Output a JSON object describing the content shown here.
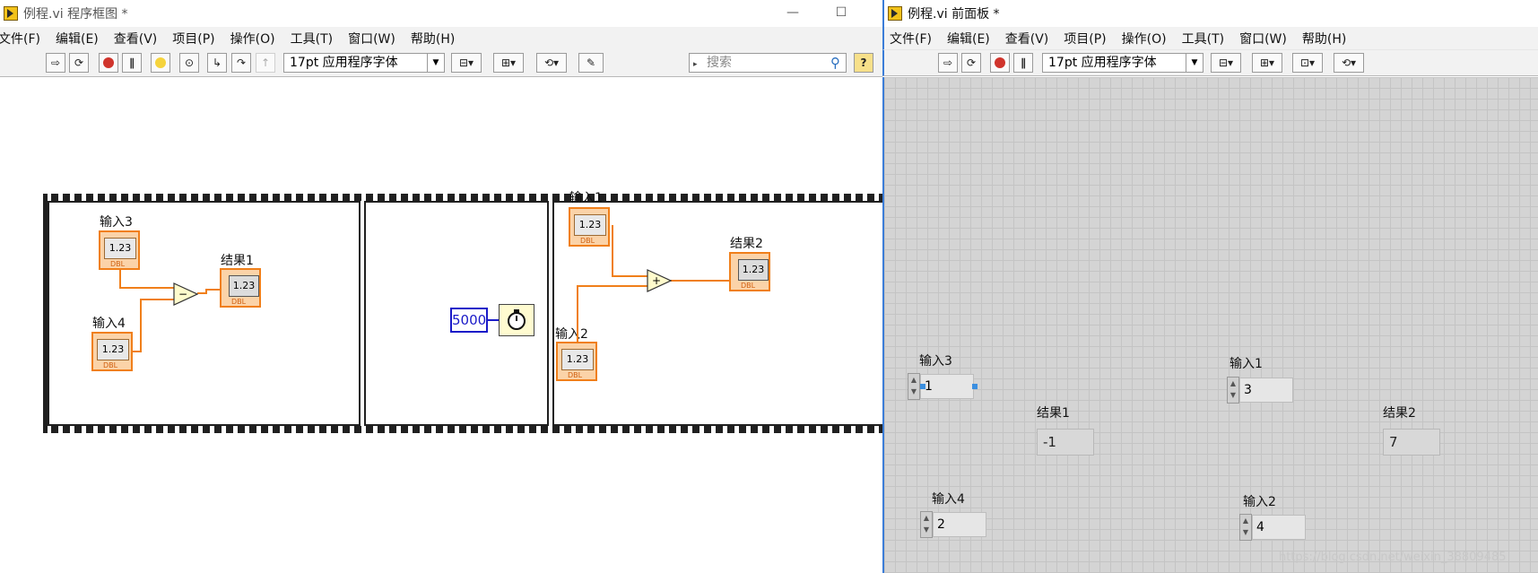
{
  "left_window": {
    "title": "例程.vi 程序框图 *",
    "minimize": "—",
    "maximize": "☐",
    "menu": [
      "文件(F)",
      "编辑(E)",
      "查看(V)",
      "项目(P)",
      "操作(O)",
      "工具(T)",
      "窗口(W)",
      "帮助(H)"
    ],
    "font_select": "17pt 应用程序字体",
    "search_placeholder": "搜索",
    "help_label": "?"
  },
  "right_window": {
    "title": "例程.vi 前面板 *",
    "menu": [
      "文件(F)",
      "编辑(E)",
      "查看(V)",
      "项目(P)",
      "操作(O)",
      "工具(T)",
      "窗口(W)",
      "帮助(H)"
    ],
    "font_select": "17pt 应用程序字体"
  },
  "diagram": {
    "frame1": {
      "control_label_a": "输入3",
      "control_label_b": "输入4",
      "indicator_label": "结果1",
      "operator": "−"
    },
    "frame2": {
      "constant": "5000"
    },
    "frame3": {
      "control_label_a": "输入1",
      "control_label_b": "输入2",
      "indicator_label": "结果2",
      "operator": "+"
    },
    "terminal_text": "1.23",
    "terminal_type": "DBL"
  },
  "front_panel": {
    "input3": {
      "label": "输入3",
      "value": "1"
    },
    "input4": {
      "label": "输入4",
      "value": "2"
    },
    "input1": {
      "label": "输入1",
      "value": "3"
    },
    "input2": {
      "label": "输入2",
      "value": "4"
    },
    "result1": {
      "label": "结果1",
      "value": "-1"
    },
    "result2": {
      "label": "结果2",
      "value": "7"
    }
  },
  "watermark": "https://blog.csdn.net/weixin_38809485",
  "colors": {
    "wire": "#f07f1a",
    "terminal_border": "#f07f1a",
    "constant_border": "#1a1ac8",
    "panel_grid": "#d4d4d4",
    "window_divider": "#3b7dd8"
  }
}
